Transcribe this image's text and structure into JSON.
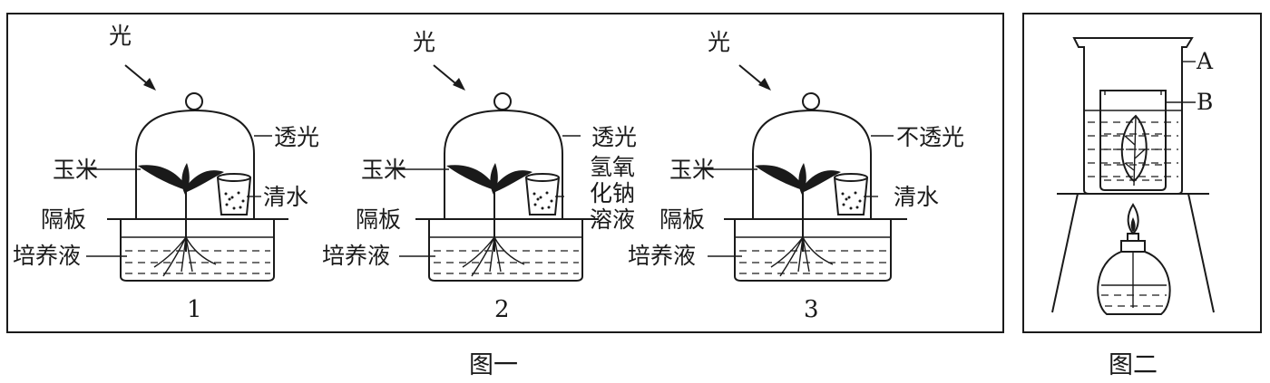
{
  "figure1": {
    "caption": "图一",
    "setups": [
      {
        "number": "1",
        "light": "光",
        "cover": "透光",
        "plant": "玉米",
        "cup_liquid_lines": [
          "清水"
        ],
        "divider": "隔板",
        "medium": "培养液"
      },
      {
        "number": "2",
        "light": "光",
        "cover": "透光",
        "plant": "玉米",
        "cup_liquid_lines": [
          "氢氧",
          "化钠",
          "溶液"
        ],
        "divider": "隔板",
        "medium": "培养液"
      },
      {
        "number": "3",
        "light": "光",
        "cover": "不透光",
        "plant": "玉米",
        "cup_liquid_lines": [
          "清水"
        ],
        "divider": "隔板",
        "medium": "培养液"
      }
    ]
  },
  "figure2": {
    "caption": "图二",
    "label_a": "A",
    "label_b": "B"
  }
}
